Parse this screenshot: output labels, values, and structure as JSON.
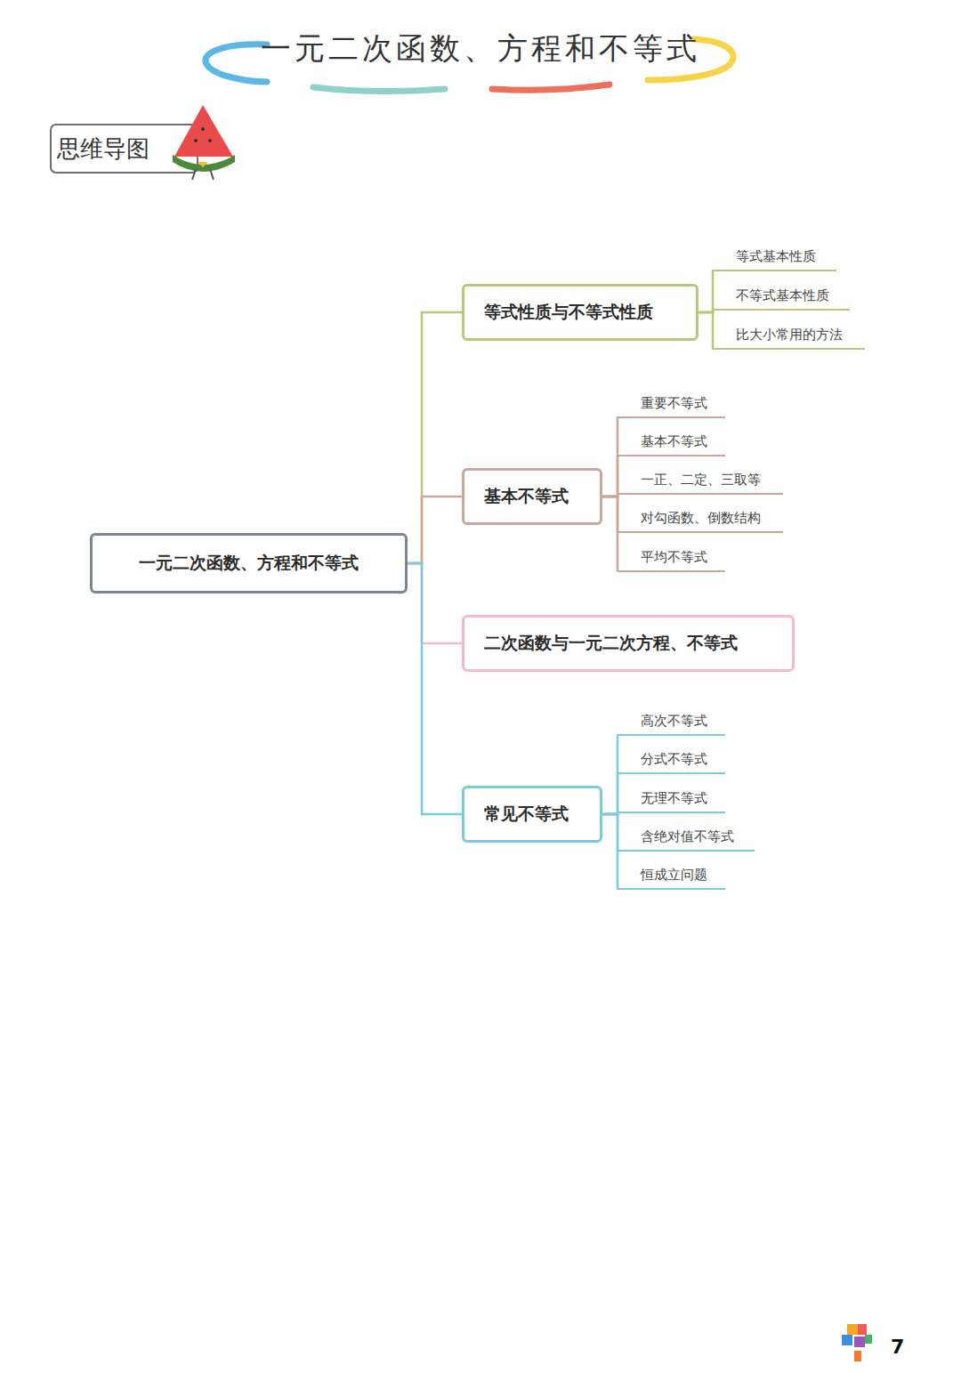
{
  "diagram": {
    "title": "一元二次函数、方程和不等式",
    "nodes": [
      {
        "text": [
          "一元二次函数、方程和不等式"
        ]
      },
      {
        "text": [
          "等式性质与不等式性质"
        ]
      },
      {
        "text": [
          "等式基本性质"
        ]
      },
      {
        "text": [
          "不等式基本性质"
        ]
      },
      {
        "text": [
          "比大小常用的方法"
        ]
      },
      {
        "text": [
          "基本不等式"
        ]
      },
      {
        "text": [
          "重要不等式"
        ]
      },
      {
        "text": [
          "基本不等式"
        ]
      },
      {
        "text": [
          "一正、二定、三取等"
        ]
      },
      {
        "text": [
          "对勾函数、倒数结构"
        ]
      },
      {
        "text": [
          "平均不等式"
        ]
      },
      {
        "text": [
          "二次函数与一元二次方程、不等式"
        ]
      },
      {
        "text": [
          "常见不等式"
        ]
      },
      {
        "text": [
          "高次不等式"
        ]
      },
      {
        "text": [
          "分式不等式"
        ]
      },
      {
        "text": [
          "无理不等式"
        ]
      },
      {
        "text": [
          "含绝对值不等式"
        ]
      },
      {
        "text": [
          "恒成立问题"
        ]
      }
    ],
    "edges": [
      {
        "from": 0,
        "to": 1,
        "arrow": "none"
      },
      {
        "from": 0,
        "to": 5,
        "arrow": "none"
      },
      {
        "from": 0,
        "to": 11,
        "arrow": "none"
      },
      {
        "from": 0,
        "to": 12,
        "arrow": "none"
      },
      {
        "from": 1,
        "to": 2,
        "arrow": "none"
      },
      {
        "from": 1,
        "to": 3,
        "arrow": "none"
      },
      {
        "from": 1,
        "to": 4,
        "arrow": "none"
      },
      {
        "from": 5,
        "to": 6,
        "arrow": "none"
      },
      {
        "from": 5,
        "to": 7,
        "arrow": "none"
      },
      {
        "from": 5,
        "to": 8,
        "arrow": "none"
      },
      {
        "from": 5,
        "to": 9,
        "arrow": "none"
      },
      {
        "from": 5,
        "to": 10,
        "arrow": "none"
      },
      {
        "from": 12,
        "to": 13,
        "arrow": "none"
      },
      {
        "from": 12,
        "to": 14,
        "arrow": "none"
      },
      {
        "from": 12,
        "to": 15,
        "arrow": "none"
      },
      {
        "from": 12,
        "to": 16,
        "arrow": "none"
      },
      {
        "from": 12,
        "to": 17,
        "arrow": "none"
      }
    ],
    "labels": [
      "思维导图",
      "7"
    ]
  }
}
